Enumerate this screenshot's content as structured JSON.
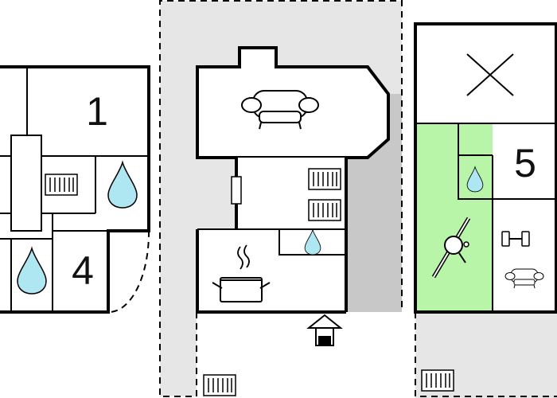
{
  "floorplan": {
    "room_numbers": [
      "1",
      "4",
      "5"
    ],
    "icons": [
      "radiator-icon",
      "water-drop-icon",
      "sofa-icon",
      "cooking-pot-icon",
      "house-entrance-icon",
      "table-tennis-icon",
      "dumbbell-icon",
      "no-access-cross-icon"
    ],
    "colors": {
      "wall": "#000000",
      "outdoor_area": "#e6e6e6",
      "terrace_shade": "#c8c8c8",
      "activity_room": "#b9f5a8",
      "water": "#aee6f2"
    }
  }
}
